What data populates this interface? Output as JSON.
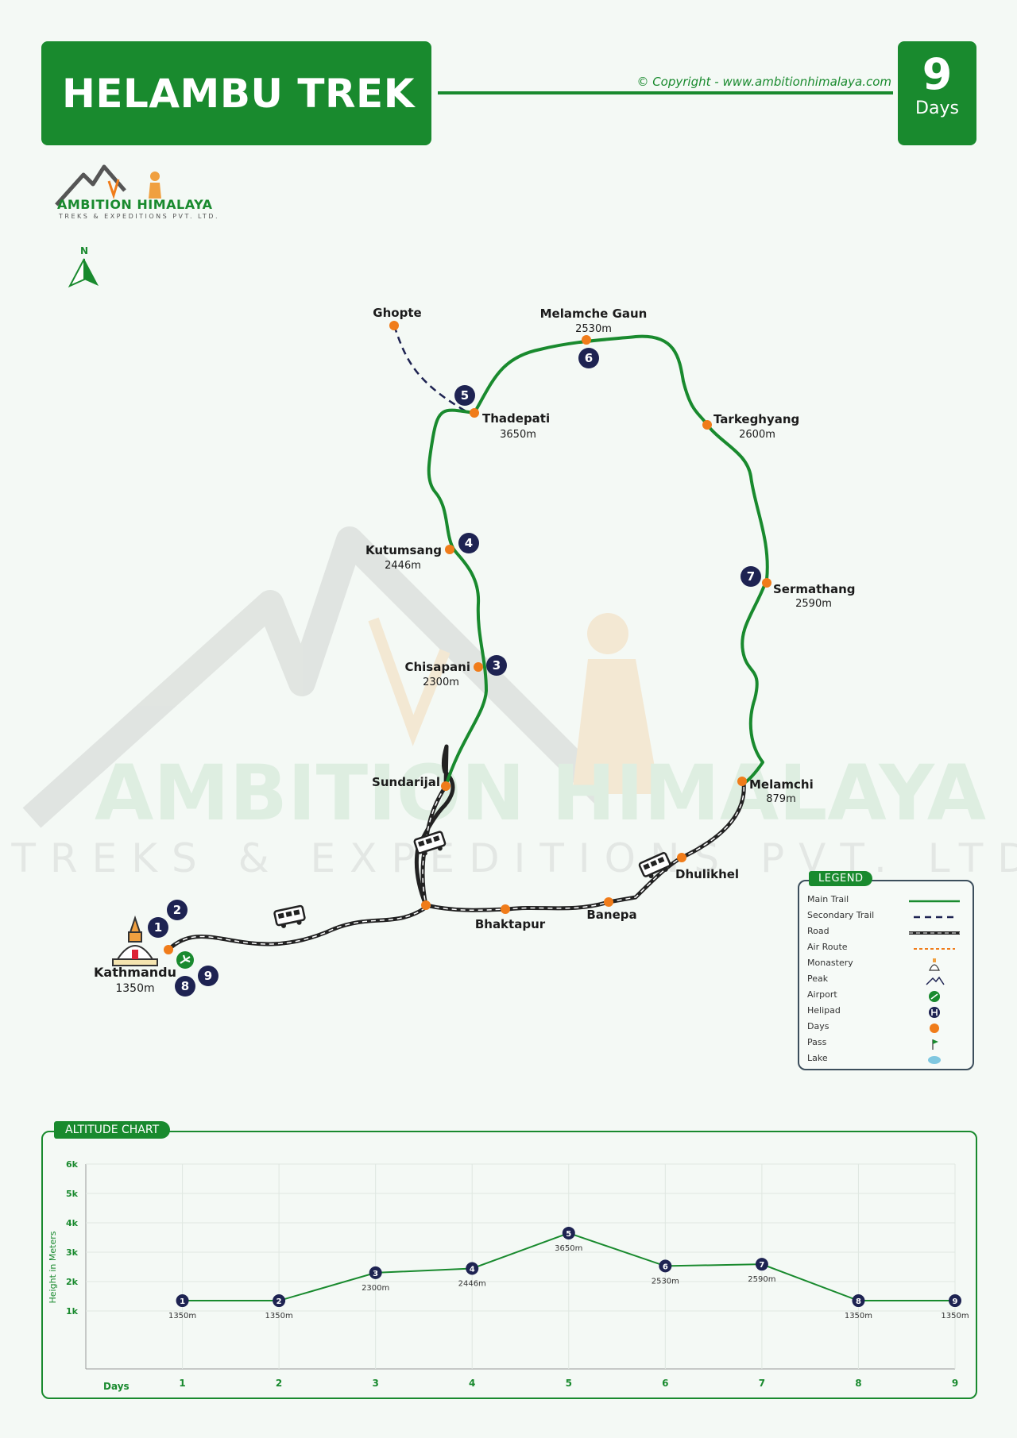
{
  "header": {
    "title": "HELAMBU TREK",
    "copyright": "© Copyright - www.ambitionhimalaya.com",
    "days_number": "9",
    "days_label": "Days"
  },
  "logo": {
    "name": "AMBITION HIMALAYA",
    "subtitle": "TREKS & EXPEDITIONS PVT. LTD."
  },
  "north_label": "N",
  "watermark": {
    "line1": "AMBITION HIMALAYA",
    "line2": "TREKS & EXPEDITIONS PVT. LTD."
  },
  "places": [
    {
      "name": "Ghopte",
      "altitude": ""
    },
    {
      "name": "Melamche Gaun",
      "altitude": "2530m"
    },
    {
      "name": "Thadepati",
      "altitude": "3650m"
    },
    {
      "name": "Tarkeghyang",
      "altitude": "2600m"
    },
    {
      "name": "Kutumsang",
      "altitude": "2446m"
    },
    {
      "name": "Sermathang",
      "altitude": "2590m"
    },
    {
      "name": "Chisapani",
      "altitude": "2300m"
    },
    {
      "name": "Sundarijal",
      "altitude": ""
    },
    {
      "name": "Melamchi",
      "altitude": "879m"
    },
    {
      "name": "Dhulikhel",
      "altitude": ""
    },
    {
      "name": "Bhaktapur",
      "altitude": ""
    },
    {
      "name": "Banepa",
      "altitude": ""
    },
    {
      "name": "Kathmandu",
      "altitude": "1350m"
    }
  ],
  "day_markers": [
    "1",
    "2",
    "3",
    "4",
    "5",
    "6",
    "7",
    "8",
    "9"
  ],
  "legend": {
    "title": "LEGEND",
    "items": [
      {
        "label": "Main Trail",
        "icon": "main-trail-line"
      },
      {
        "label": "Secondary Trail",
        "icon": "dashed-line"
      },
      {
        "label": "Road",
        "icon": "road-line"
      },
      {
        "label": "Air Route",
        "icon": "dotted-orange-line"
      },
      {
        "label": "Monastery",
        "icon": "monastery-icon"
      },
      {
        "label": "Peak",
        "icon": "peak-icon"
      },
      {
        "label": "Airport",
        "icon": "airport-icon"
      },
      {
        "label": "Helipad",
        "icon": "helipad-icon"
      },
      {
        "label": "Days",
        "icon": "orange-dot-icon"
      },
      {
        "label": "Pass",
        "icon": "flag-icon"
      },
      {
        "label": "Lake",
        "icon": "lake-icon"
      }
    ]
  },
  "colors": {
    "brand_green": "#198a2e",
    "navy": "#1e2352",
    "orange": "#f07c1a"
  },
  "chart_data": {
    "type": "line",
    "title": "ALTITUDE CHART",
    "xlabel": "Days",
    "ylabel": "Height in Meters",
    "x": [
      1,
      2,
      3,
      4,
      5,
      6,
      7,
      8,
      9
    ],
    "y": [
      1350,
      1350,
      2300,
      2446,
      3650,
      2530,
      2590,
      1350,
      1350
    ],
    "point_labels": [
      "1350m",
      "1350m",
      "2300m",
      "2446m",
      "3650m",
      "2530m",
      "2590m",
      "1350m",
      "1350m"
    ],
    "y_ticks": [
      1000,
      2000,
      3000,
      4000,
      5000,
      6000
    ],
    "y_tick_labels": [
      "1k",
      "2k",
      "3k",
      "4k",
      "5k",
      "6k"
    ],
    "ylim": [
      0,
      6000
    ],
    "grid": true
  }
}
